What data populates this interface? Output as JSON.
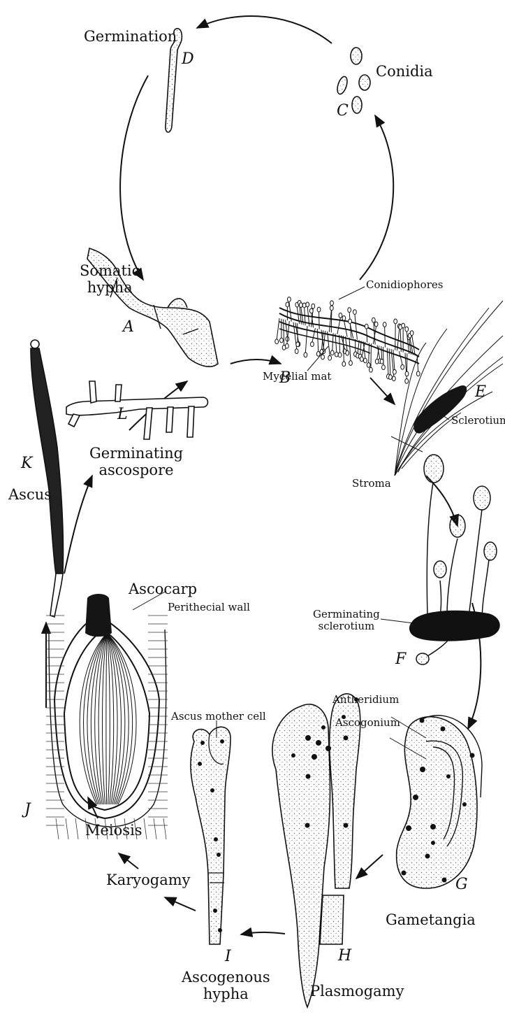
{
  "labels": {
    "germination": "Germination",
    "conidia": "Conidia",
    "somatic_hypha": "Somatic\nhypha",
    "conidiophores": "Conidiophores",
    "mycelial_mat": "Mycelial mat",
    "sclerotium": "Sclerotium",
    "germinating_ascospore": "Germinating\nascospore",
    "ascus": "Ascus",
    "stroma": "Stroma",
    "germinating_sclerotium": "Germinating\nsclerotium",
    "ascocarp": "Ascocarp",
    "perithecial_wall": "Perithecial wall",
    "antheridium": "Antheridium",
    "ascogonium": "Ascogonium",
    "ascus_mother_cell": "Ascus mother cell",
    "meiosis": "Meiosis",
    "karyogamy": "Karyogamy",
    "gametangia": "Gametangia",
    "ascogenous_hypha": "Ascogenous\nhypha",
    "plasmogamy": "Plasmogamy"
  },
  "stage_letters": {
    "A": "A",
    "B": "B",
    "C": "C",
    "D": "D",
    "E": "E",
    "F": "F",
    "G": "G",
    "H": "H",
    "I": "I",
    "J": "J",
    "K": "K",
    "L": "L"
  }
}
